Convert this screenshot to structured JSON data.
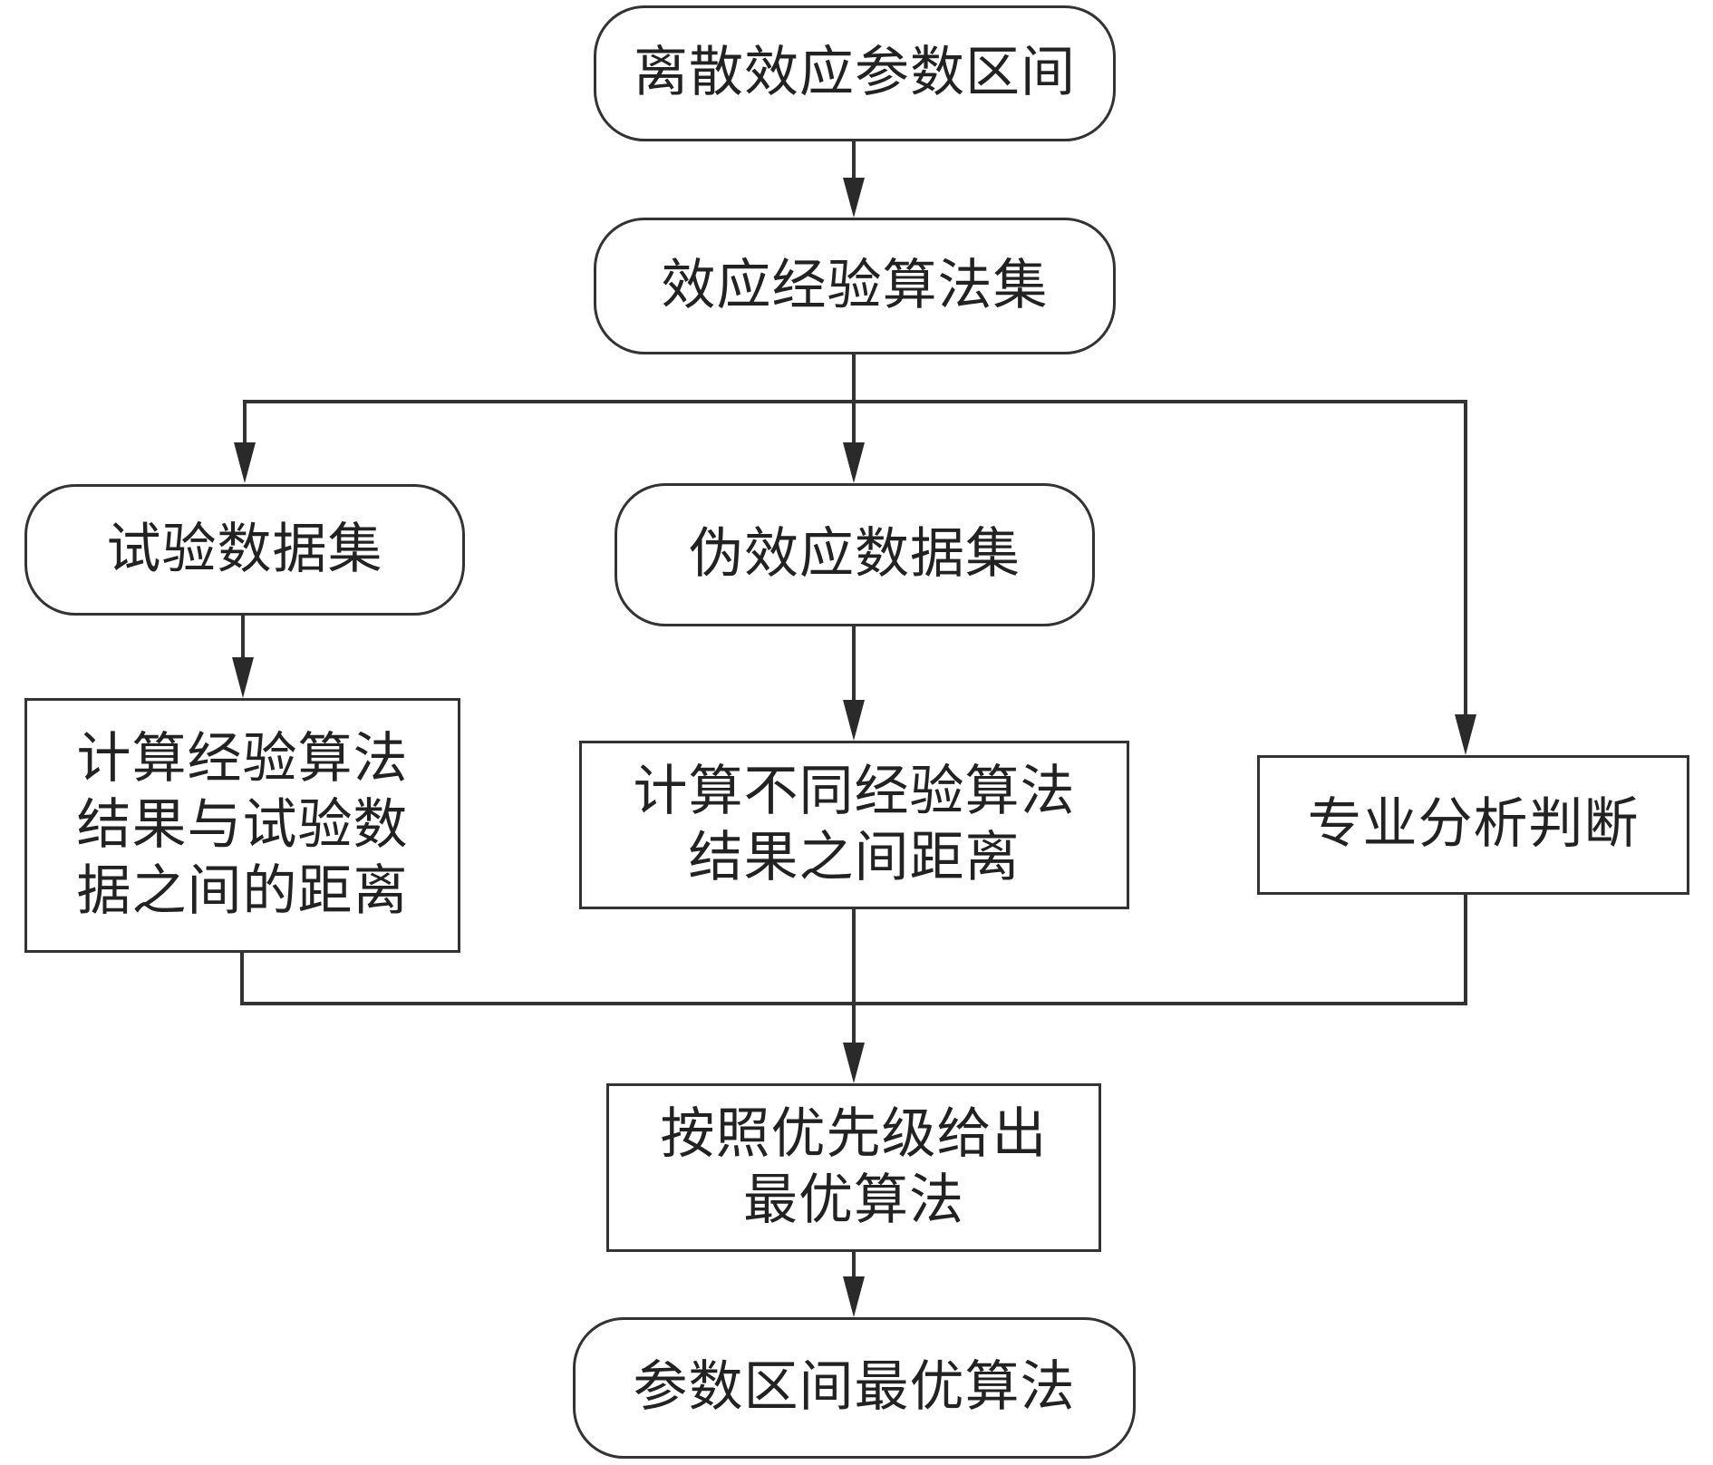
{
  "diagram": {
    "type": "flowchart",
    "nodes": {
      "top": {
        "shape": "rounded",
        "lines": [
          "离散效应参数区间"
        ]
      },
      "algo_set": {
        "shape": "rounded",
        "lines": [
          "效应经验算法集"
        ]
      },
      "test_data": {
        "shape": "rounded",
        "lines": [
          "试验数据集"
        ]
      },
      "pseudo_data": {
        "shape": "rounded",
        "lines": [
          "伪效应数据集"
        ]
      },
      "calc_test": {
        "shape": "rect",
        "lines": [
          "计算经验算法",
          "结果与试验数",
          "据之间的距离"
        ]
      },
      "calc_diff": {
        "shape": "rect",
        "lines": [
          "计算不同经验算法",
          "结果之间距离"
        ]
      },
      "expert": {
        "shape": "rect",
        "lines": [
          "专业分析判断"
        ]
      },
      "priority": {
        "shape": "rect",
        "lines": [
          "按照优先级给出",
          "最优算法"
        ]
      },
      "final": {
        "shape": "rounded",
        "lines": [
          "参数区间最优算法"
        ]
      }
    },
    "edges": [
      {
        "from": "top",
        "to": "algo_set"
      },
      {
        "from": "algo_set",
        "to": "test_data"
      },
      {
        "from": "algo_set",
        "to": "pseudo_data"
      },
      {
        "from": "algo_set",
        "to": "expert"
      },
      {
        "from": "test_data",
        "to": "calc_test"
      },
      {
        "from": "pseudo_data",
        "to": "calc_diff"
      },
      {
        "from": "calc_test",
        "to": "priority"
      },
      {
        "from": "calc_diff",
        "to": "priority"
      },
      {
        "from": "expert",
        "to": "priority"
      },
      {
        "from": "priority",
        "to": "final"
      }
    ],
    "colors": {
      "stroke": "#333333",
      "text": "#222222",
      "background": "#ffffff"
    }
  }
}
